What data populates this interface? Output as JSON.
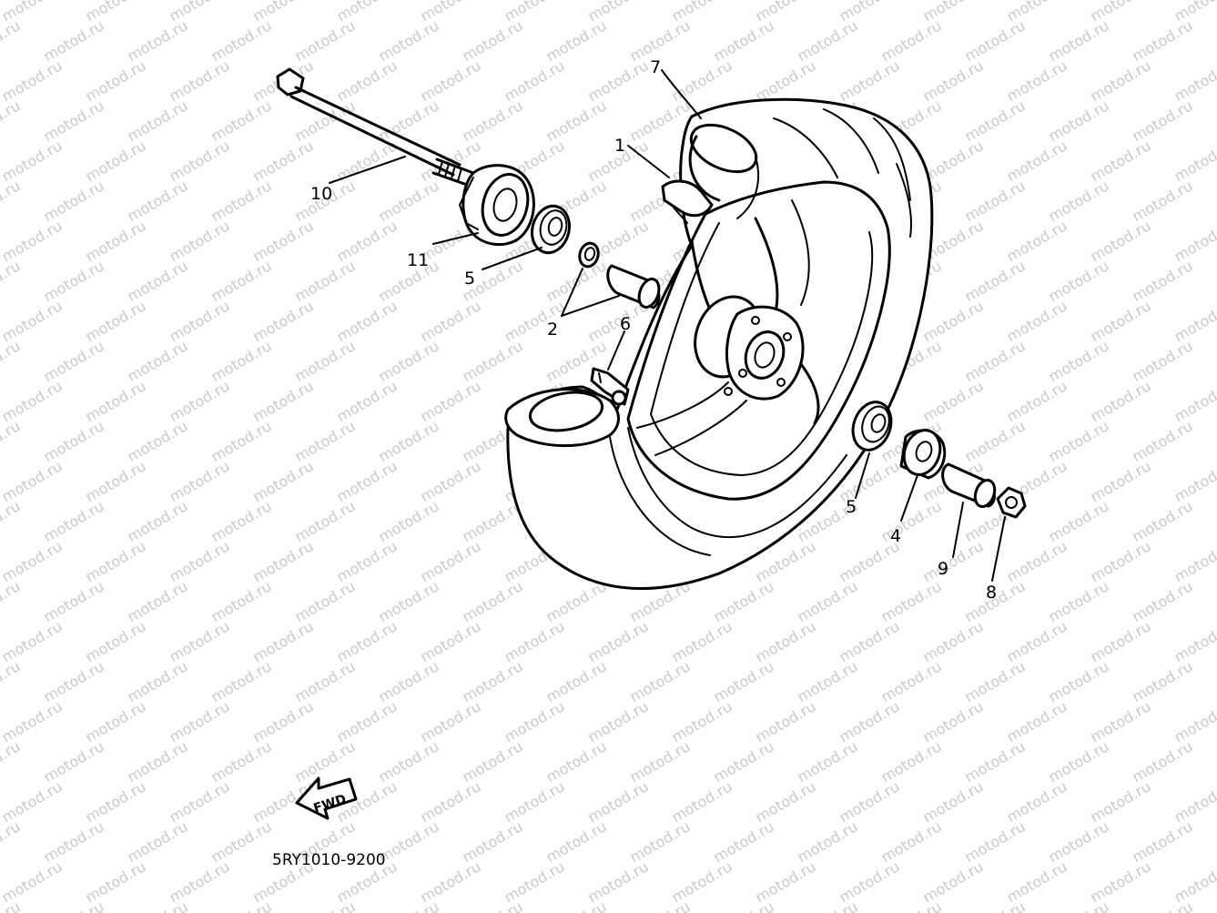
{
  "watermark": {
    "text": "motod.ru",
    "color": "#c9c9c9"
  },
  "callouts": [
    {
      "id": "1",
      "label": "1"
    },
    {
      "id": "2",
      "label": "2"
    },
    {
      "id": "4",
      "label": "4"
    },
    {
      "id": "5a",
      "label": "5"
    },
    {
      "id": "5b",
      "label": "5"
    },
    {
      "id": "6",
      "label": "6"
    },
    {
      "id": "7",
      "label": "7"
    },
    {
      "id": "8",
      "label": "8"
    },
    {
      "id": "9",
      "label": "9"
    },
    {
      "id": "10",
      "label": "10"
    },
    {
      "id": "11",
      "label": "11"
    }
  ],
  "direction_arrow": {
    "label": "FWD",
    "icon": "fwd-arrow-icon"
  },
  "drawing_number": "5RY1010-9200",
  "colors": {
    "line": "#000000",
    "background": "#ffffff"
  }
}
